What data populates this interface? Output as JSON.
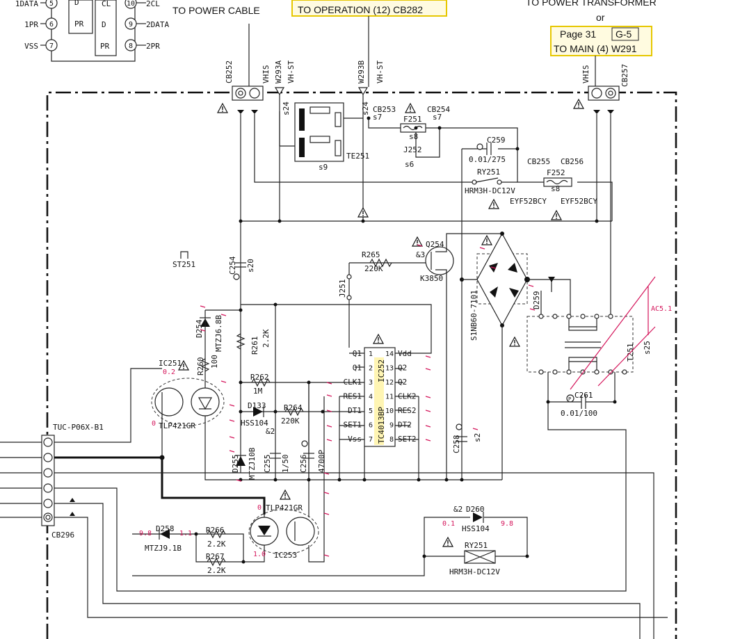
{
  "refs": {
    "power_cable": "TO POWER CABLE",
    "operation": "TO OPERATION (12) CB282",
    "transformer": "TO POWER TRANSFORMER",
    "or": "or",
    "page": "Page 31",
    "grid": "G-5",
    "main": "TO MAIN (4) W291"
  },
  "top_ic": {
    "left": [
      {
        "pin": "5",
        "name": "1DATA"
      },
      {
        "pin": "6",
        "name": "1PR"
      },
      {
        "pin": "7",
        "name": "VSS"
      }
    ],
    "right": [
      {
        "pin": "10",
        "name": "2CL"
      },
      {
        "pin": "9",
        "name": "2DATA"
      },
      {
        "pin": "8",
        "name": "2PR"
      }
    ],
    "inner1": [
      "D",
      "PR"
    ],
    "inner2": [
      "CL",
      "D",
      "PR"
    ]
  },
  "ic252": {
    "ref": "IC252",
    "part": "TC4013BP",
    "left_pins": [
      {
        "pin": "1",
        "name": "Q1"
      },
      {
        "pin": "2",
        "name": "Q1"
      },
      {
        "pin": "3",
        "name": "CLK1"
      },
      {
        "pin": "4",
        "name": "RES1"
      },
      {
        "pin": "5",
        "name": "DT1"
      },
      {
        "pin": "6",
        "name": "SET1"
      },
      {
        "pin": "7",
        "name": "Vss"
      }
    ],
    "right_pins": [
      {
        "pin": "14",
        "name": "Vdd"
      },
      {
        "pin": "13",
        "name": "Q2"
      },
      {
        "pin": "12",
        "name": "Q2"
      },
      {
        "pin": "11",
        "name": "CLK2"
      },
      {
        "pin": "10",
        "name": "RES2"
      },
      {
        "pin": "9",
        "name": "DT2"
      },
      {
        "pin": "8",
        "name": "SET2"
      }
    ]
  },
  "labels": {
    "cb252": "CB252",
    "vhis": "VHIS",
    "w293a": "W293A",
    "vhst": "VH-ST",
    "s24": "s24",
    "w293b": "W293B",
    "cb253": "CB253",
    "cb254": "CB254",
    "s7": "s7",
    "f251": "F251",
    "s8": "s8",
    "j252": "J252",
    "s6": "s6",
    "te251": "TE251",
    "s9": "s9",
    "c259": "C259",
    "c259_val": "0.01/275",
    "ry251": "RY251",
    "ry_part": "HRM3H-DC12V",
    "cb255": "CB255",
    "cb256": "CB256",
    "f252": "F252",
    "eyf": "EYF52BCY",
    "cb257": "CB257",
    "st251": "ST251",
    "c254": "C254",
    "s20": "s20",
    "r265": "R265",
    "r265_val": "220K",
    "q254": "Q254",
    "amp3": "&3",
    "k3850": "K3850",
    "d259": "D259",
    "s1nb": "S1NB60-7101",
    "j251": "J251",
    "ac51": "AC5.1",
    "t251": "T251",
    "s25": "s25",
    "d254": "D254",
    "mtzj68b": "MTZJ6.8B",
    "r261": "R261",
    "r261_val": "2.2K",
    "r260": "R260",
    "r260_val": "100",
    "ic251": "IC251",
    "tlp": "TLP421GR",
    "r262": "R262",
    "r262_val": "1M",
    "d133": "D133",
    "hss104": "HSS104",
    "amp2": "&2",
    "r264": "R264",
    "r264_val": "220K",
    "d255": "D255",
    "mtzj10b": "MTZJ10B",
    "c255": "C255",
    "c255_val": "1/50",
    "c256": "C256",
    "c256_val": "4700P",
    "c258": "C258",
    "s2": "s2",
    "c261": "C261",
    "c261_val": "0.01/100",
    "tuc": "TUC-P06X-B1",
    "cb296": "CB296",
    "d258": "D258",
    "mtzj91b": "MTZJ9.1B",
    "r266": "R266",
    "r266_val": "2.2K",
    "r267": "R267",
    "r267_val": "2.2K",
    "ic253": "IC253",
    "d260": "D260",
    "amp2b": "&2",
    "p": "P"
  },
  "voltages": {
    "v02": "0.2",
    "v0a": "0",
    "v0b": "0",
    "v98a": "9.8",
    "v11": "1.1",
    "v10": "1.0",
    "v01": "0.1",
    "v98b": "9.8"
  },
  "colors": {
    "voltage": "#d4145a",
    "highlight": "#e6c700"
  },
  "icons": {
    "warning": "warning-triangle-icon"
  }
}
